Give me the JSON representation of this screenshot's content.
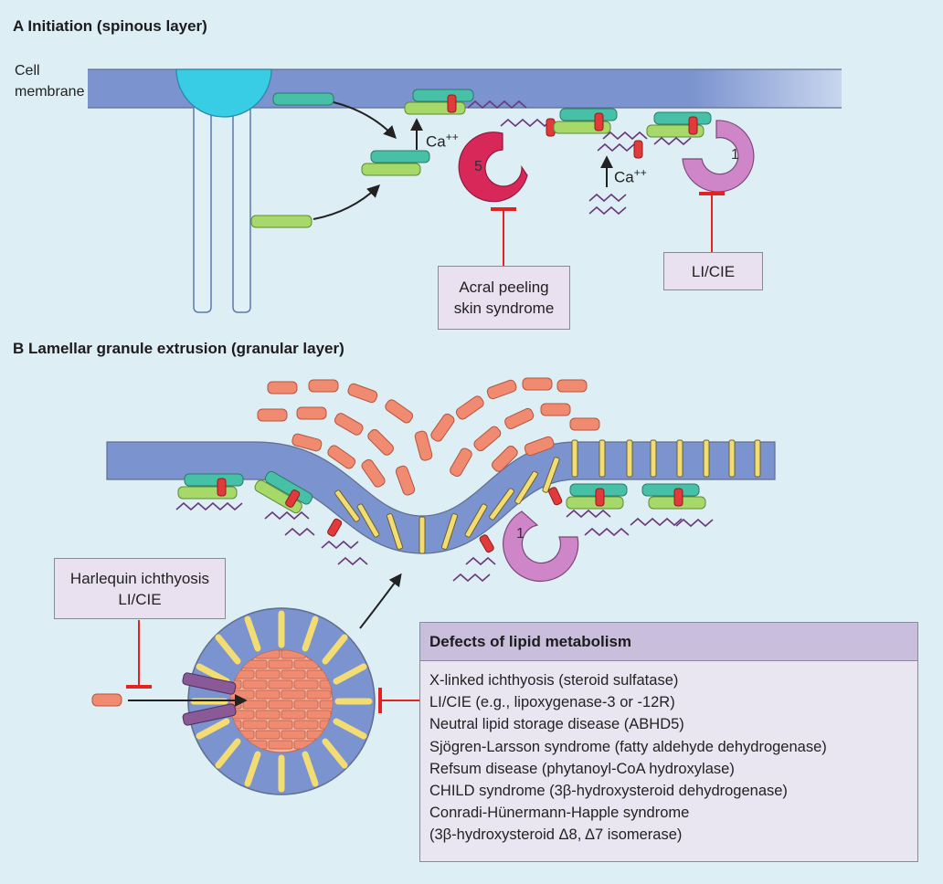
{
  "panel_a": {
    "title": "A  Initiation (spinous layer)",
    "membrane_label_1": "Cell",
    "membrane_label_2": "membrane",
    "calcium_label": "Ca",
    "calcium_charge": "++",
    "enzyme_left_number": "5",
    "enzyme_right_number": "1",
    "box_acral_line1": "Acral peeling",
    "box_acral_line2": "skin syndrome",
    "box_licie": "LI/CIE"
  },
  "panel_b": {
    "title": "B  Lamellar granule extrusion (granular layer)",
    "box_harlequin_line1": "Harlequin ichthyosis",
    "box_harlequin_line2": "LI/CIE",
    "enzyme_number": "1",
    "defects_title": "Defects of lipid metabolism",
    "defects": [
      "X-linked ichthyosis (steroid sulfatase)",
      "LI/CIE (e.g., lipoxygenase-3 or -12R)",
      "Neutral lipid storage disease (ABHD5)",
      "Sjögren-Larsson syndrome (fatty aldehyde dehydrogenase)",
      "Refsum disease (phytanoyl-CoA hydroxylase)",
      "CHILD syndrome (3β-hydroxysteroid dehydrogenase)",
      "Conradi-Hünermann-Happle syndrome",
      "(3β-hydroxysteroid Δ8, Δ7 isomerase)"
    ]
  },
  "colors": {
    "background": "#ddeef5",
    "membrane": "#7b93cf",
    "teal_protein": "#47c0a8",
    "green_protein": "#a6d86a",
    "red_marker": "#e23a3a",
    "enzyme_5": "#d8285a",
    "enzyme_1": "#cf86c8",
    "lipid": "#f08a70",
    "inhibitor": "#e52222",
    "box_fill": "#e9e1ef",
    "defects_header": "#c9bedb"
  }
}
